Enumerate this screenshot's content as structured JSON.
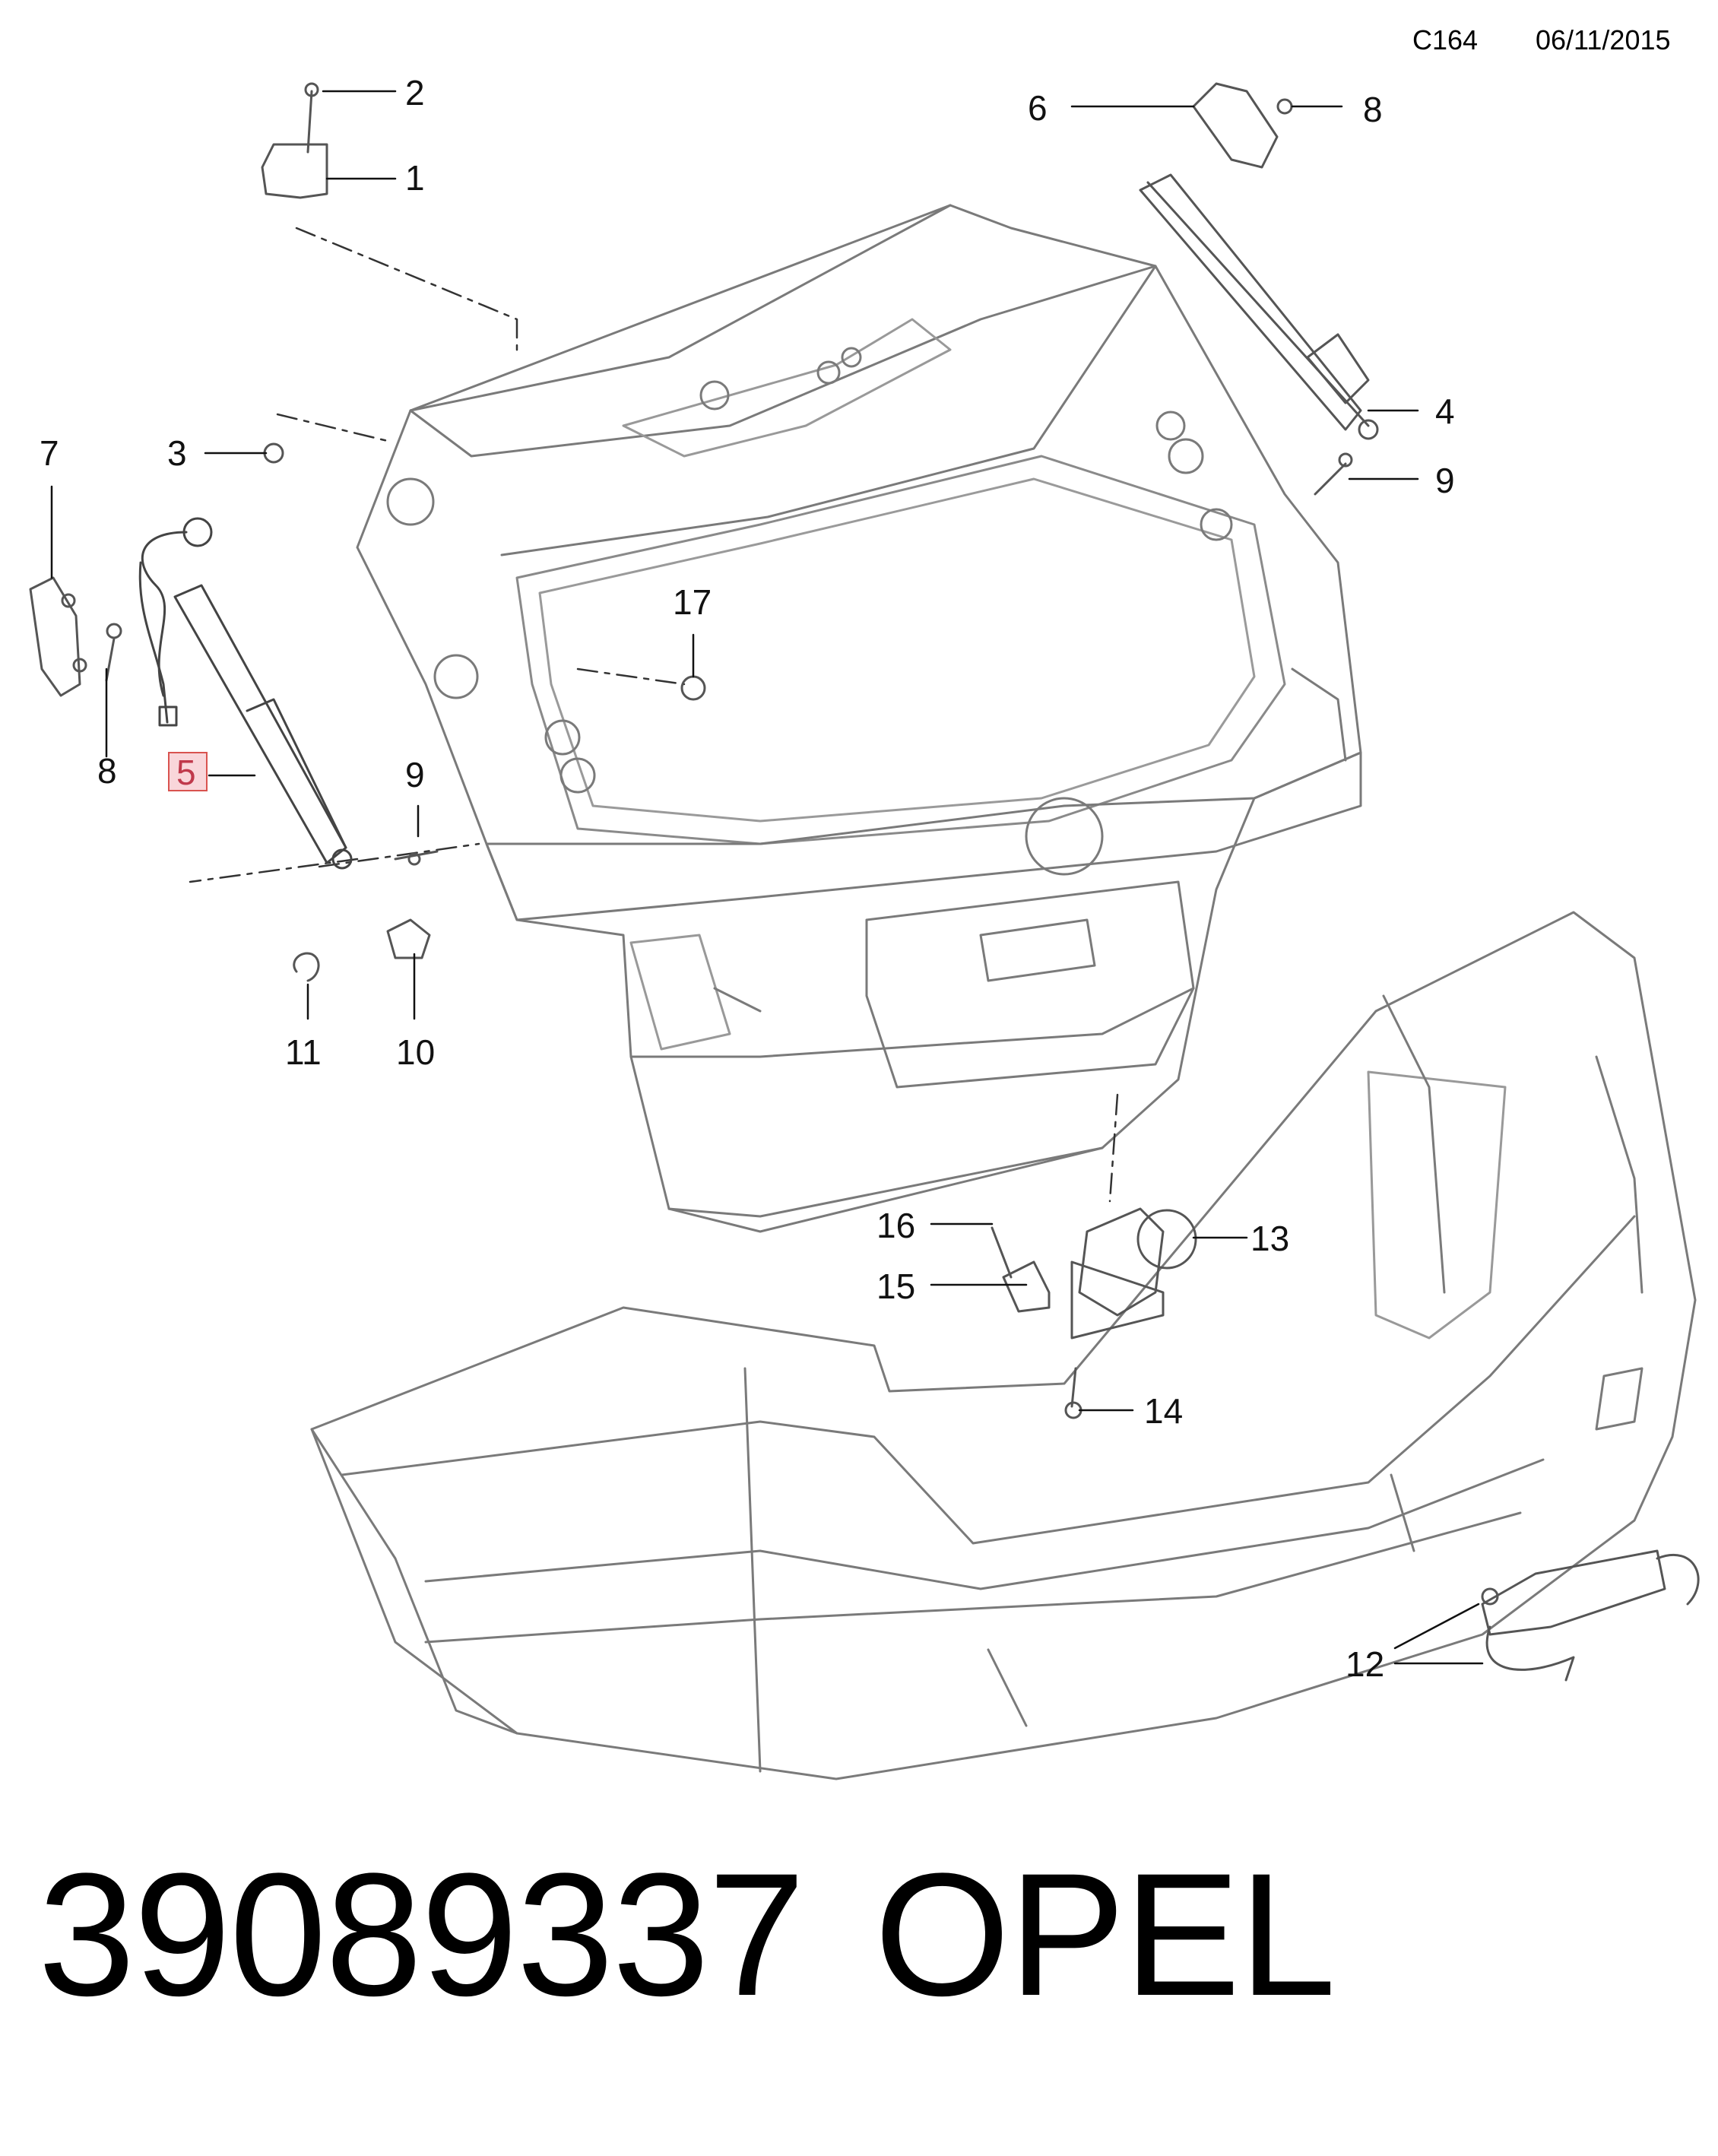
{
  "header": {
    "code": "C164",
    "date": "06/11/2015"
  },
  "callouts": {
    "c1": "1",
    "c2": "2",
    "c3": "3",
    "c4": "4",
    "c5": "5",
    "c6": "6",
    "c7": "7",
    "c8a": "8",
    "c8b": "8",
    "c9a": "9",
    "c9b": "9",
    "c10": "10",
    "c11": "11",
    "c12": "12",
    "c13": "13",
    "c14": "14",
    "c15": "15",
    "c16": "16",
    "c17": "17"
  },
  "highlight": {
    "callout": "5",
    "color": "#f9d6da",
    "border": "#d9534f"
  },
  "footer": {
    "part_number": "39089337",
    "brand": "OPEL"
  }
}
